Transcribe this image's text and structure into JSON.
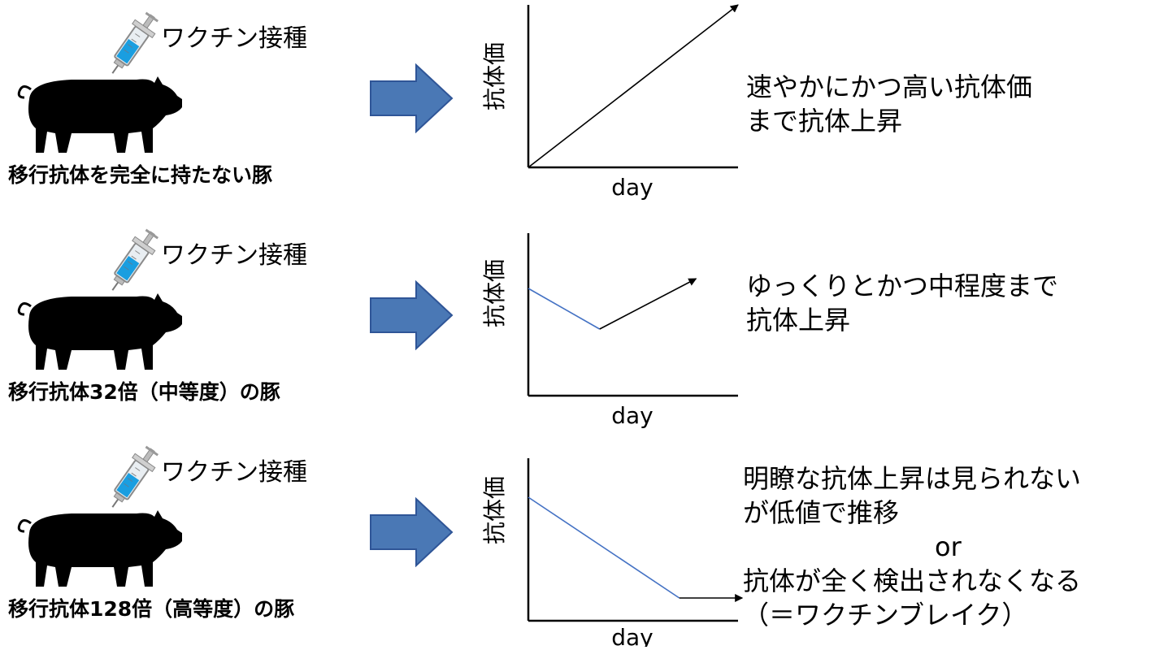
{
  "colors": {
    "arrow_fill": "#4a78b5",
    "arrow_stroke": "#2f5597",
    "decline_line": "#4472c4",
    "rise_arrow": "#000000",
    "syringe_liquid": "#1a9ee0",
    "pig": "#000000"
  },
  "rows": [
    {
      "vaccine_label": "ワクチン接種",
      "pig_caption": "移行抗体を完全に持たない豚",
      "graph": {
        "ylabel": "抗体価",
        "xlabel": "day"
      },
      "result_lines": [
        "速やかにかつ高い抗体価",
        "まで抗体上昇"
      ]
    },
    {
      "vaccine_label": "ワクチン接種",
      "pig_caption": "移行抗体32倍（中等度）の豚",
      "graph": {
        "ylabel": "抗体価",
        "xlabel": "day"
      },
      "result_lines": [
        "ゆっくりとかつ中程度まで",
        "抗体上昇"
      ]
    },
    {
      "vaccine_label": "ワクチン接種",
      "pig_caption": "移行抗体128倍（高等度）の豚",
      "graph": {
        "ylabel": "抗体価",
        "xlabel": "day"
      },
      "result_lines": [
        "明瞭な抗体上昇は見られない",
        "が低値で推移",
        "or",
        "抗体が全く検出されなくなる",
        "（＝ワクチンブレイク）"
      ]
    }
  ],
  "chart_data": [
    {
      "type": "line",
      "xlabel": "day",
      "ylabel": "抗体価",
      "series": [
        {
          "style": "rise",
          "x": [
            0,
            1
          ],
          "y": [
            0,
            1
          ]
        }
      ]
    },
    {
      "type": "line",
      "xlabel": "day",
      "ylabel": "抗体価",
      "series": [
        {
          "style": "decline",
          "x": [
            0,
            0.34
          ],
          "y": [
            0.66,
            0.41
          ]
        },
        {
          "style": "rise",
          "x": [
            0.34,
            0.8
          ],
          "y": [
            0.41,
            0.72
          ]
        }
      ]
    },
    {
      "type": "line",
      "xlabel": "day",
      "ylabel": "抗体価",
      "series": [
        {
          "style": "decline",
          "x": [
            0,
            0.72
          ],
          "y": [
            0.76,
            0.14
          ]
        },
        {
          "style": "flat",
          "x": [
            0.72,
            1.02
          ],
          "y": [
            0.14,
            0.14
          ]
        }
      ]
    }
  ]
}
